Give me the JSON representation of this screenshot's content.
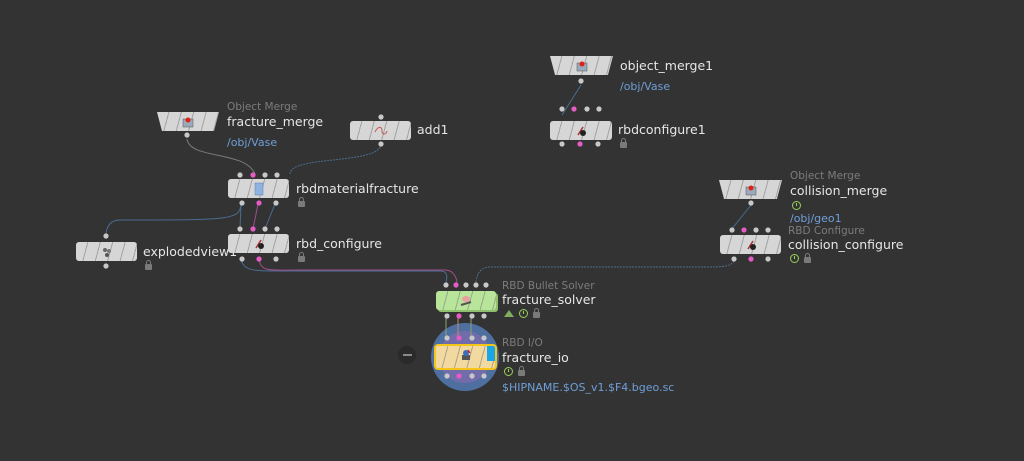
{
  "colors": {
    "background": "#333333",
    "node_default": "#d6d6d6",
    "node_solver": "#b8e59a",
    "node_io": "#f1d9a0",
    "node_io_highlight": "#f5c518",
    "port_default": "#c8c8c8",
    "port_pink": "#e65cc5",
    "wire_blue": "#4a6d8f",
    "wire_pink": "#a04e8c",
    "path_text": "#6f9fd8",
    "type_text": "#7c7c7c",
    "name_text": "#e6e6e6",
    "flag_green": "#9ad05a"
  },
  "nodes": [
    {
      "id": "fracture_merge",
      "name": "fracture_merge",
      "type_label": "Object Merge",
      "path": "/obj/Vase",
      "icon": "object-merge-icon",
      "badges": []
    },
    {
      "id": "add1",
      "name": "add1",
      "type_label": "",
      "path": "",
      "icon": "add-curve-icon",
      "badges": []
    },
    {
      "id": "object_merge1",
      "name": "object_merge1",
      "type_label": "",
      "path": "/obj/Vase",
      "icon": "object-merge-icon",
      "badges": []
    },
    {
      "id": "rbdconfigure1",
      "name": "rbdconfigure1",
      "type_label": "",
      "path": "",
      "icon": "rbd-configure-icon",
      "badges": [
        "lock"
      ]
    },
    {
      "id": "rbdmaterialfracture",
      "name": "rbdmaterialfracture",
      "type_label": "",
      "path": "",
      "icon": "material-fracture-icon",
      "badges": [
        "lock"
      ]
    },
    {
      "id": "collision_merge",
      "name": "collision_merge",
      "type_label": "Object Merge",
      "path": "/obj/geo1",
      "icon": "object-merge-icon",
      "badges": [
        "display"
      ]
    },
    {
      "id": "explodedview1",
      "name": "explodedview1",
      "type_label": "",
      "path": "",
      "icon": "exploded-view-icon",
      "badges": [
        "lock"
      ]
    },
    {
      "id": "rbd_configure",
      "name": "rbd_configure",
      "type_label": "",
      "path": "",
      "icon": "rbd-configure-icon",
      "badges": [
        "lock"
      ]
    },
    {
      "id": "collision_configure",
      "name": "collision_configure",
      "type_label": "RBD Configure",
      "path": "",
      "icon": "rbd-configure-icon",
      "badges": [
        "display",
        "lock"
      ]
    },
    {
      "id": "fracture_solver",
      "name": "fracture_solver",
      "type_label": "RBD Bullet Solver",
      "path": "",
      "icon": "bullet-solver-icon",
      "badges": [
        "sim",
        "display",
        "lock"
      ]
    },
    {
      "id": "fracture_io",
      "name": "fracture_io",
      "type_label": "RBD I/O",
      "path": "$HIPNAME.$OS_v1.$F4.bgeo.sc",
      "icon": "rbd-io-icon",
      "badges": [
        "display",
        "lock"
      ]
    }
  ]
}
